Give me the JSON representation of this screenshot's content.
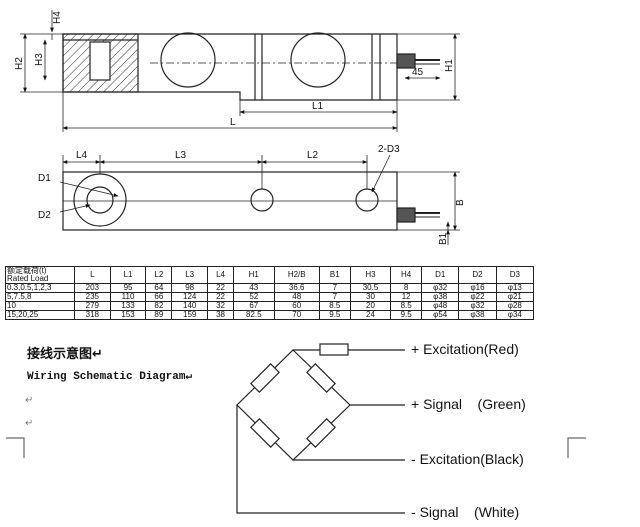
{
  "drawing": {
    "labels": {
      "h4": "H4",
      "h2": "H2",
      "h3": "H3",
      "h1": "H1",
      "d45": "45",
      "l1": "L1",
      "l": "L",
      "l4": "L4",
      "l3": "L3",
      "l2": "L2",
      "d2d3": "2-D3",
      "d1": "D1",
      "d2": "D2",
      "b": "B",
      "b1": "B1"
    }
  },
  "table": {
    "headers": [
      "额定载荷(t)\nRated Load",
      "L",
      "L1",
      "L2",
      "L3",
      "L4",
      "H1",
      "H2/B",
      "B1",
      "H3",
      "H4",
      "D1",
      "D2",
      "D3"
    ],
    "rows": [
      [
        "0.3,0.5,1,2,3",
        "203",
        "95",
        "64",
        "98",
        "22",
        "43",
        "36.6",
        "7",
        "30.5",
        "8",
        "φ32",
        "φ16",
        "φ13"
      ],
      [
        "5,7.5,8",
        "235",
        "110",
        "66",
        "124",
        "22",
        "52",
        "48",
        "7",
        "30",
        "12",
        "φ38",
        "φ22",
        "φ21"
      ],
      [
        "10",
        "279",
        "133",
        "82",
        "140",
        "32",
        "67",
        "60",
        "8.5",
        "20",
        "8.5",
        "φ48",
        "φ32",
        "φ28"
      ],
      [
        "15,20,25",
        "318",
        "153",
        "89",
        "159",
        "38",
        "82.5",
        "70",
        "9.5",
        "24",
        "9.5",
        "φ54",
        "φ38",
        "φ34"
      ]
    ]
  },
  "wiring": {
    "title_cn": "接线示意图↵",
    "title_en": "Wiring Schematic Diagram↵",
    "mark1": "↵",
    "mark2": "↵",
    "wires": [
      {
        "sign": "+",
        "label": "Excitation(Red)"
      },
      {
        "sign": "+",
        "label": "Signal    (Green)"
      },
      {
        "sign": "-",
        "label": "Excitation(Black)"
      },
      {
        "sign": "-",
        "label": "Signal    (White)"
      }
    ]
  }
}
